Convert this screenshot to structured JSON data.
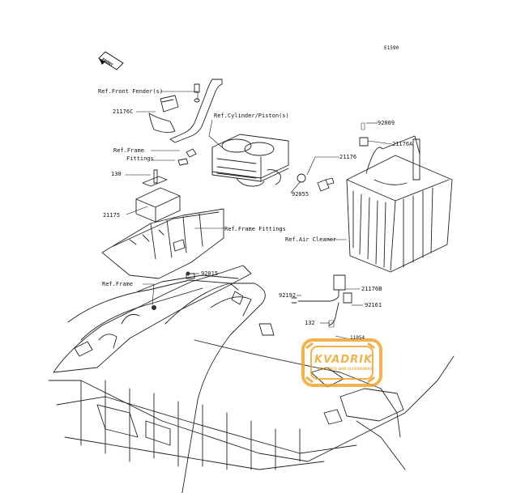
{
  "diagram": {
    "code": "E1590",
    "front_marker": "FRONT",
    "labels": {
      "ref_front_fender": "Ref.Front Fender(s)",
      "p21176c": "21176C",
      "ref_cylinder": "Ref.Cylinder/Piston(s)",
      "ref_frame_fittings_a": "Ref.Frame",
      "ref_frame_fittings_b": "Fittings",
      "p130": "130",
      "p21175": "21175",
      "ref_frame_fittings_2": "Ref.Frame Fittings",
      "p21176": "21176",
      "p92055": "92055",
      "p92009": "92009",
      "p21176a": "21176A",
      "ref_air_cleaner": "Ref.Air Cleaner",
      "p92015": "92015",
      "ref_frame": "Ref.Frame",
      "p21176b": "21176B",
      "p92192": "92192",
      "p92161": "92161",
      "p132": "132",
      "p11054": "11054"
    },
    "watermark": {
      "brand": "KVADRIK",
      "tagline": "ATV PARTS AND ACCESSORIES",
      "color": "#f0a020"
    }
  }
}
